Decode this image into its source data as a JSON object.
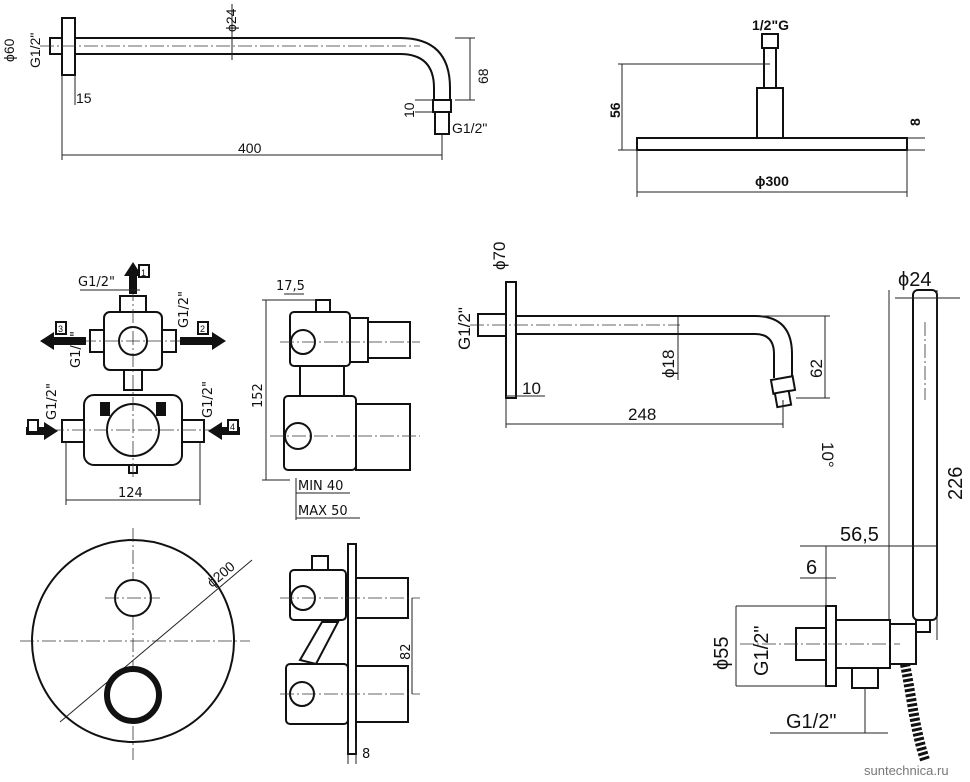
{
  "arm": {
    "dia60": "ϕ60",
    "thread": "G1/2\"",
    "dia24": "ϕ24",
    "d15": "15",
    "d400": "400",
    "d10": "10",
    "d68": "68",
    "thread_out": "G1/2\""
  },
  "head": {
    "thread": "1/2\"G",
    "d56": "56",
    "d8": "8",
    "dia300": "ϕ300"
  },
  "valve": {
    "top": "G1/2\"",
    "right_v": "G1/2\"",
    "left_v": "G1/2\"",
    "low_left": "G1/2\"",
    "low_right": "G1/2\"",
    "d124": "124",
    "p1": "1",
    "p2": "2",
    "p3": "3",
    "p4": "4"
  },
  "side": {
    "d175": "17,5",
    "d152": "152",
    "min": "MIN 40",
    "max": "MAX 50"
  },
  "plate": {
    "dia200": "ϕ200"
  },
  "side2": {
    "d82": "82",
    "d8": "8"
  },
  "wallarm": {
    "dia70": "ϕ70",
    "thread": "G1/2\"",
    "dia18": "ϕ18",
    "d10": "10",
    "d248": "248",
    "d62": "62",
    "angle": "10°"
  },
  "hand": {
    "dia24": "ϕ24",
    "d226": "226",
    "d565": "56,5",
    "d6": "6",
    "dia55": "ϕ55",
    "thread": "G1/2\"",
    "thread_out": "G1/2\""
  },
  "watermark": "suntechnica.ru"
}
